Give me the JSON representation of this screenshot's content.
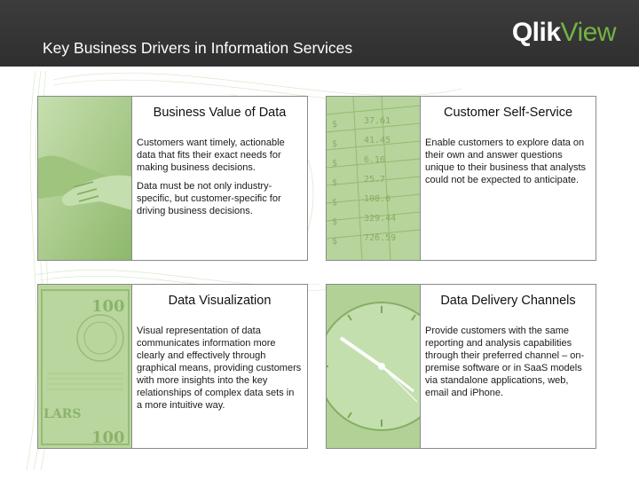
{
  "header": {
    "title": "Key Business Drivers in Information Services",
    "logo_part1": "Qlik",
    "logo_part2": "View"
  },
  "panels": [
    {
      "title": "Business Value of Data",
      "paragraphs": [
        "Customers want timely, actionable data that fits their exact needs for making business decisions.",
        "Data must be not only industry-specific, but customer-specific for driving business decisions."
      ],
      "image_icon": "handshake-image"
    },
    {
      "title": "Customer Self-Service",
      "paragraphs": [
        "Enable customers to explore data on their own and answer questions unique to their business that analysts could not be expected to anticipate."
      ],
      "image_icon": "spreadsheet-image"
    },
    {
      "title": "Data Visualization",
      "paragraphs": [
        "Visual representation of data communicates information more clearly and effectively through graphical means, providing customers with more insights into the key relationships of complex data sets in a more intuitive way."
      ],
      "image_icon": "dollar-bill-image"
    },
    {
      "title": "Data Delivery Channels",
      "paragraphs": [
        "Provide customers with the same reporting and analysis capabilities through their preferred channel – on-premise software or in SaaS models via standalone applications, web, email and iPhone."
      ],
      "image_icon": "clock-image"
    }
  ],
  "colors": {
    "header_bg": "#333333",
    "accent_green": "#74b244",
    "image_green": "#a8c98a"
  }
}
